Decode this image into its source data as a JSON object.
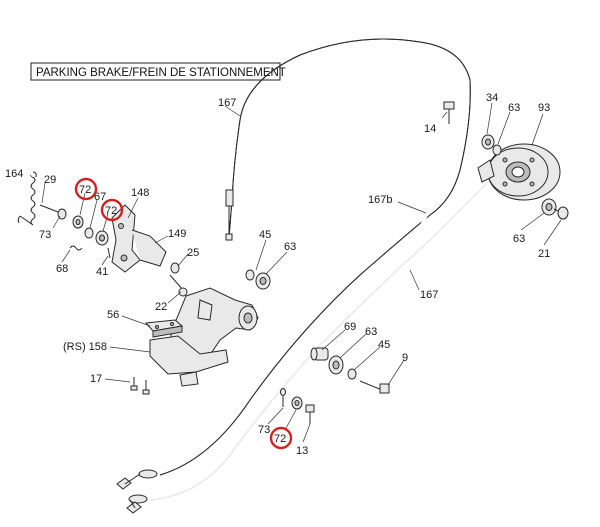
{
  "diagram": {
    "title": "PARKING BRAKE/FREIN DE STATIONNEMENT",
    "highlight_color": "#d42020",
    "callouts": {
      "c164": "164",
      "c29": "29",
      "c72a": "72",
      "c67": "67",
      "c72b": "72",
      "c148": "148",
      "c73a": "73",
      "c68": "68",
      "c41": "41",
      "c149": "149",
      "c25": "25",
      "c22": "22",
      "c167a": "167",
      "c14": "14",
      "c34": "34",
      "c63a": "63",
      "c93": "93",
      "c167b": "167b",
      "c45a": "45",
      "c63b": "63",
      "c63c": "63",
      "c21": "21",
      "c167c": "167",
      "c56": "56",
      "c158": "(RS) 158",
      "c17": "17",
      "c69": "69",
      "c63d": "63",
      "c45b": "45",
      "c9": "9",
      "c73b": "73",
      "c72c": "72",
      "c13": "13"
    }
  }
}
